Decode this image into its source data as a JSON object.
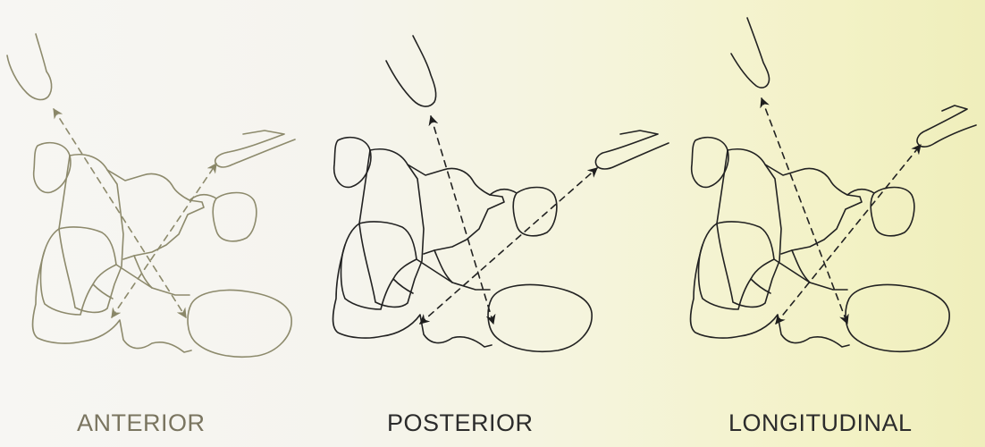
{
  "panels": [
    {
      "label": "ANTERIOR"
    },
    {
      "label": "POSTERIOR"
    },
    {
      "label": "LONGITUDINAL"
    }
  ],
  "colors": {
    "anterior_stroke": "#8d8a6c",
    "outline_stroke": "#222222",
    "background_left": "#f7f6f3",
    "background_right": "#efeebb"
  }
}
